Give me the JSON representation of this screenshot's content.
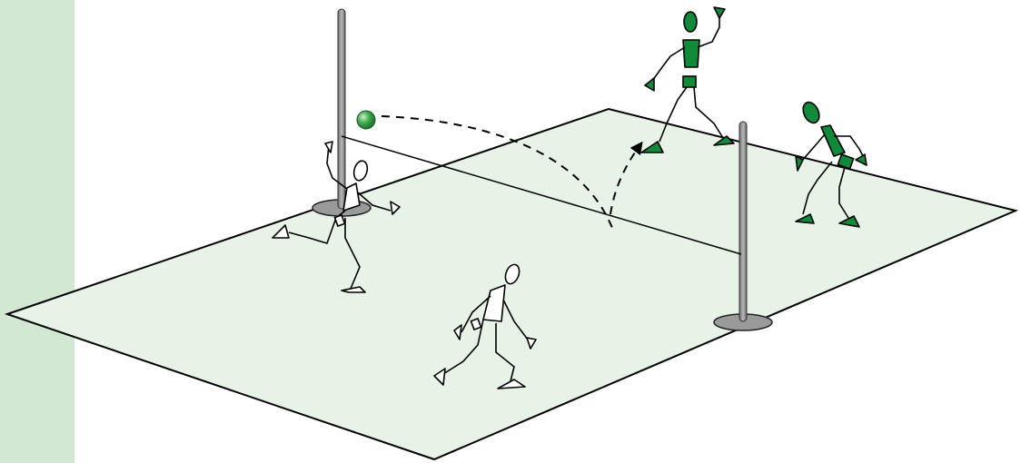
{
  "colors": {
    "side_band": "#d3e8d3",
    "court_fill": "#e7f3e7",
    "court_stroke": "#000000",
    "team_white": "#ffffff",
    "team_green": "#118a3a",
    "pole": "#8c8c8c",
    "ball": "#3aa64a",
    "trajectory": "#000000"
  },
  "icons": [
    "court",
    "net",
    "pole",
    "ball",
    "player",
    "trajectory-arrow"
  ]
}
